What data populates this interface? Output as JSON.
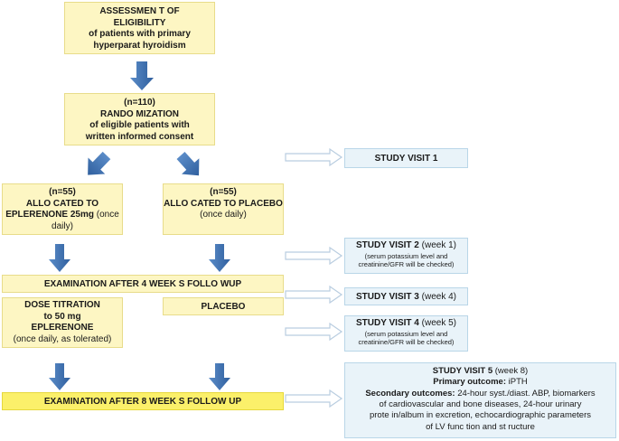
{
  "assessment": {
    "line1": "ASSESSMEN T OF",
    "line2": "ELIGIBILITY",
    "line3": "of patients with primary",
    "line4": "hyperparat hyroidism"
  },
  "randomization": {
    "n": "(n=110)",
    "line1": "RANDO MIZATION",
    "line2": "of eligible patients with",
    "line3": "written informed consent"
  },
  "arm_eplerenone": {
    "n": "(n=55)",
    "line1": "ALLO CATED TO",
    "line2_bold": "EPLERENONE 25mg",
    "line2_rest": " (once",
    "line3": "daily)"
  },
  "arm_placebo": {
    "n": "(n=55)",
    "line1": "ALLO CATED TO PLACEBO",
    "line2": "(once daily)"
  },
  "exam_4_weeks": "EXAMINATION AFTER 4 WEEK S FOLLO WUP",
  "dose_titration": {
    "line1": "DOSE TITRATION",
    "line2": "to 50 mg",
    "line3": "EPLERENONE",
    "line4": "(once daily, as tolerated)"
  },
  "placebo_label": "PLACEBO",
  "exam_8_weeks": "EXAMINATION AFTER 8 WEEK S FOLLOW UP",
  "visits": {
    "v1": {
      "title": "STUDY VISIT 1"
    },
    "v2": {
      "title": "STUDY VISIT 2",
      "week": " (week 1)",
      "note1": "(serum potassium level and",
      "note2": "creatinine/GFR will be checked)"
    },
    "v3": {
      "title": "STUDY VISIT 3",
      "week": " (week 4)"
    },
    "v4": {
      "title": "STUDY VISIT 4",
      "week": " (week 5)",
      "note1": "(serum potassium level and",
      "note2": "creatinine/GFR will be checked)"
    },
    "v5": {
      "title": "STUDY VISIT 5",
      "week": " (week 8)",
      "primary_label": "Primary outcome:",
      "primary_value": " iPTH",
      "secondary_label": "Secondary outcomes:",
      "secondary_1": " 24-hour syst./diast. ABP, biomarkers",
      "secondary_2": "of cardiovascular and bone diseases, 24-hour urinary",
      "secondary_3": "prote in/album in excretion, echocardiographic parameters",
      "secondary_4": "of LV func tion and st ructure"
    }
  },
  "colors": {
    "box_yellow": "#fdf6c3",
    "box_bright_yellow": "#fbf06a",
    "box_blue": "#e9f3f9",
    "arrow_blue": "#3f6fae"
  }
}
